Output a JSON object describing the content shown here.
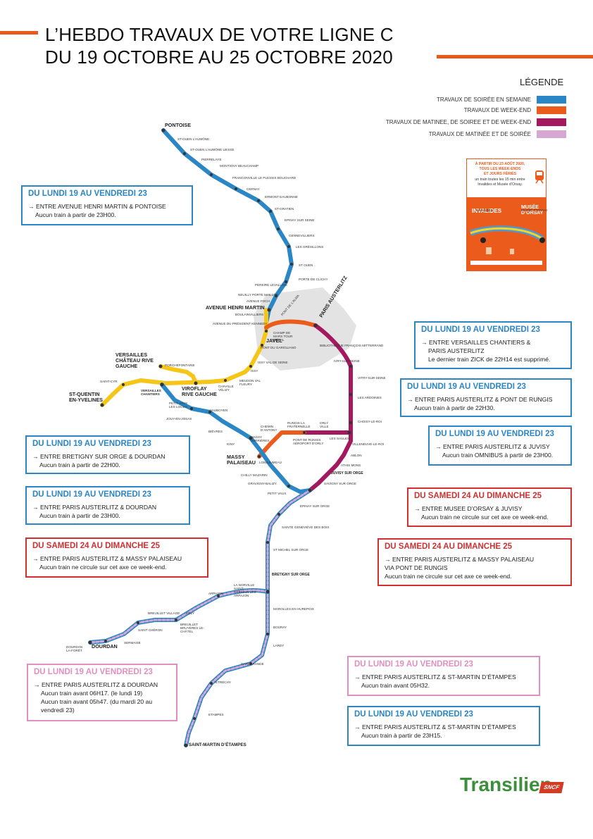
{
  "header": {
    "title_line1": "L’HEBDO TRAVAUX DE VOTRE LIGNE C",
    "title_line2": "DU 19 OCTOBRE AU 25 OCTOBRE 2020"
  },
  "legend": {
    "heading": "LÉGENDE",
    "items": [
      {
        "label": "TRAVAUX DE SOIRÉE EN SEMAINE",
        "color": "#2a86c4"
      },
      {
        "label": "TRAVAUX DE WEEK-END",
        "color": "#ea5b1c"
      },
      {
        "label": "TRAVAUX DE MATINEE, DE SOIREE ET DE WEEK-END",
        "color": "#a3185f"
      },
      {
        "label": "TRAVAUX DE MATINÉE ET DE SOIRÉE",
        "color": "#d6a7d3"
      }
    ]
  },
  "promo": {
    "line1": "À PARTIR DU 23 AOÛT 2020,",
    "line2": "TOUS LES WEEK-ENDS",
    "line3": "ET JOURS FÉRIÉS",
    "line4": "un train toutes les 15 min entre",
    "line5": "Invalides et Musée d’Orsay.",
    "left_station": "INVALIDES",
    "right_station": "MUSÉE D’ORSAY"
  },
  "boxes": [
    {
      "id": "b1",
      "heading": "DU LUNDI 19 AU VENDREDI 23",
      "lines": [
        "→ ENTRE AVENUE HENRI MARTIN & PONTOISE",
        "Aucun train à partir de 23H00."
      ]
    },
    {
      "id": "b2",
      "heading": "DU LUNDI 19 AU VENDREDI 23",
      "lines": [
        "→ ENTRE VERSAILLES CHANTIERS &",
        "PARIS AUSTERLITZ",
        "Le dernier train ZICK de 22H14 est supprimé."
      ]
    },
    {
      "id": "b3",
      "heading": "DU LUNDI 19 AU VENDREDI 23",
      "lines": [
        "→ ENTRE PARIS AUSTERLITZ & PONT DE RUNGIS",
        "Aucun train à partir de 22H30."
      ]
    },
    {
      "id": "b4",
      "heading": "DU LUNDI 19 AU VENDREDI 23",
      "lines": [
        "→ ENTRE PARIS AUSTERLITZ & JUVISY",
        "Aucun train OMNIBUS à partir de 23H00."
      ]
    },
    {
      "id": "b5",
      "heading": "DU LUNDI 19 AU VENDREDI 23",
      "lines": [
        "→ ENTRE BRETIGNY SUR ORGE & DOURDAN",
        "Aucun train à partir de 22H00."
      ]
    },
    {
      "id": "b6",
      "heading": "DU LUNDI 19 AU VENDREDI 23",
      "lines": [
        "→ ENTRE PARIS AUSTERLITZ & DOURDAN",
        "Aucun train à partir de 23H00."
      ]
    },
    {
      "id": "b7",
      "heading": "DU SAMEDI 24 AU DIMANCHE 25",
      "lines": [
        "→ ENTRE MUSEE D’ORSAY & JUVISY",
        "Aucun train ne circule sur cet axe ce week-end."
      ]
    },
    {
      "id": "b8",
      "heading": "DU SAMEDI 24 AU DIMANCHE 25",
      "lines": [
        "→ ENTRE PARIS AUSTERLITZ & MASSY PALAISEAU",
        "Aucun train ne circule sur cet axe ce week-end."
      ]
    },
    {
      "id": "b9",
      "heading": "DU SAMEDI 24 AU DIMANCHE 25",
      "lines": [
        "→ ENTRE PARIS AUSTERLITZ & MASSY PALAISEAU",
        "VIA PONT DE RUNGIS",
        "Aucun train ne circule sur cet axe ce week-end."
      ]
    },
    {
      "id": "b10",
      "heading": "DU LUNDI 19 AU VENDREDI 23",
      "lines": [
        "→ ENTRE PARIS AUSTERLITZ & DOURDAN",
        "Aucun train avant 06H17. (le lundi 19)",
        "Aucun train avant 05h47. (du mardi 20 au",
        "vendredi 23)"
      ]
    },
    {
      "id": "b11",
      "heading": "DU LUNDI 19 AU VENDREDI 23",
      "lines": [
        "→ ENTRE PARIS AUSTERLITZ & ST-MARTIN D’ÉTAMPES",
        "Aucun train avant 05H32."
      ]
    },
    {
      "id": "b12",
      "heading": "DU LUNDI 19 AU VENDREDI 23",
      "lines": [
        "→ ENTRE PARIS AUSTERLITZ & ST-MARTIN D’ÉTAMPES",
        "Aucun train à partir de 23H15."
      ]
    }
  ],
  "major_stations": {
    "pontoise": "PONTOISE",
    "avenue_henri_martin": "AVENUE HENRI MARTIN",
    "javel": "JAVEL",
    "paris_austerlitz": "PARIS AUSTERLITZ",
    "versailles_chateau": "VERSAILLES CHÂTEAU RIVE GAUCHE",
    "st_quentin": "ST-QUENTIN EN-YVELINES",
    "viroflay": "VIROFLAY RIVE GAUCHE",
    "massy": "MASSY PALAISEAU",
    "dourdan": "DOURDAN",
    "st_martin": "SAINT-MARTIN D’ÉTAMPES",
    "bretigny": "BRETIGNY SUR ORGE",
    "juvisy": "JUVISY SUR ORGE"
  },
  "minor_stations": [
    "ST-OUEN L’AUMÔNE",
    "ST-OUEN L’AUMÔNE LIESSE",
    "PIERRELAYE",
    "MONTIGNY BEAUCHAMP",
    "FRANCONVILLE LE PLESSIS BOUCHARD",
    "CERNAY",
    "ERMONT EAUBONNE",
    "ST-GRATIEN",
    "EPINAY SUR SEINE",
    "GENNEVILLIERS",
    "LES GRÉSILLONS",
    "ST OUEN",
    "PORTE DE CLICHY",
    "PEREIRE LEVALLOIS",
    "NEUILLY PORTE MAILLOT",
    "AVENUE FOCH",
    "BOULAINVILLIERS",
    "AVENUE DU PRÉSIDENT KENNEDY",
    "CHAMP DE MARS TOUR EIFFEL",
    "PONT DU GARIGLIANO",
    "ISSY VAL DE SEINE",
    "ISSY",
    "MEUDON VAL FLEURY",
    "CHAVILLE VÉLIZY",
    "PORCHEFONTAINE",
    "SAINT-CYR",
    "VERSAILLES CHANTIERS",
    "PETIT JOUY LES LOGES",
    "JOUY-EN-JOSAS",
    "VAUBOYEN",
    "BIÈVRES",
    "IGNY",
    "BIBLIOTHÈQUE FRANÇOIS MITTERRAND",
    "IVRY-SUR-SEINE",
    "VITRY-SUR-SEINE",
    "LES ARDOINES",
    "CHOISY-LE-ROI",
    "LES SAULES",
    "VILLENEUVE-LE-ROI",
    "ABLON",
    "ATHIS MONS",
    "SAVIGNY SUR ORGE",
    "RUNGIS LA FRATERNELLE",
    "ORLY VILLE",
    "PONT DE RUNGIS AÉROPORT D’ORLY",
    "CHEMIN D’ANTONY",
    "MASSY VERRIÈRES",
    "LONGJUMEAU",
    "CHILLY MAZARIN",
    "GRAVIGNY-BALIZY",
    "PETIT VAUX",
    "EPINAY SUR ORGE",
    "SAINTE GENEVIÈVE DES BOIS",
    "ST MICHEL SUR ORGE",
    "LA NORVILLE SAINT-GERMAIN LES-ARPAJON",
    "ARPAJON",
    "EGLY",
    "BREUILLET VILLAGE",
    "BREUILLET BRUYÈRES LE-CHÂTEL",
    "SAINT CHÉRON",
    "SERMAISE",
    "DOURDAN LA-FORÊT",
    "MAROLLES EN HUREPOIX",
    "BOURAY",
    "LARDY",
    "CHAMARANDE",
    "ETRÉCHY",
    "ETAMPES",
    "INVALIDES",
    "MUSÉE D’ORSAY",
    "PONT DE L’ALMA"
  ],
  "footer": {
    "brand": "Transilien",
    "operator": "SNCF"
  }
}
